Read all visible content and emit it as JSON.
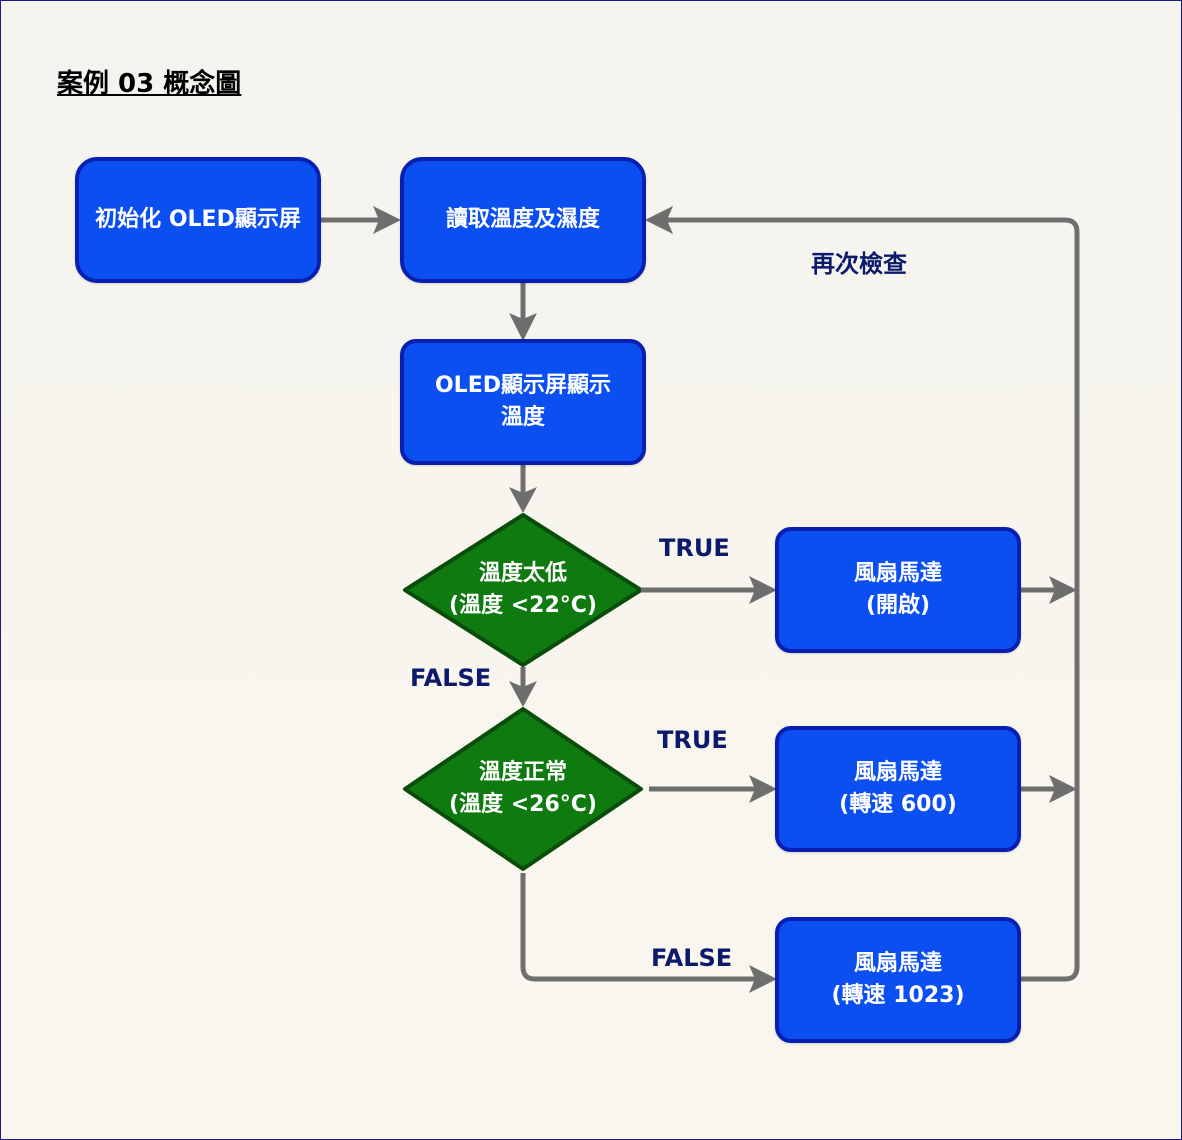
{
  "title": "案例 03 概念圖",
  "nodes": {
    "init_oled": {
      "label": "初始化 OLED顯示屏"
    },
    "read_sensor": {
      "label": "讀取溫度及濕度"
    },
    "oled_show": {
      "line1": "OLED顯示屏顯示",
      "line2": "溫度"
    },
    "decision_low": {
      "line1": "溫度太低",
      "line2": "(溫度 <22°C)"
    },
    "decision_normal": {
      "line1": "溫度正常",
      "line2": "(溫度 <26°C)"
    },
    "fan_on": {
      "line1": "風扇馬達",
      "line2": "(開啟)"
    },
    "fan_600": {
      "line1": "風扇馬達",
      "line2": "(轉速 600)"
    },
    "fan_1023": {
      "line1": "風扇馬達",
      "line2": "(轉速 1023)"
    }
  },
  "edge_labels": {
    "recheck": "再次檢查",
    "low_true": "TRUE",
    "low_false": "FALSE",
    "normal_true": "TRUE",
    "normal_false": "FALSE"
  },
  "colors": {
    "process_fill": "#0b4ff0",
    "process_border": "#0a1fb0",
    "decision_fill": "#0f7a0f",
    "decision_border": "#0a4d0a",
    "arrow": "#6e6e6e",
    "edge_label": "#0d1a6b"
  }
}
